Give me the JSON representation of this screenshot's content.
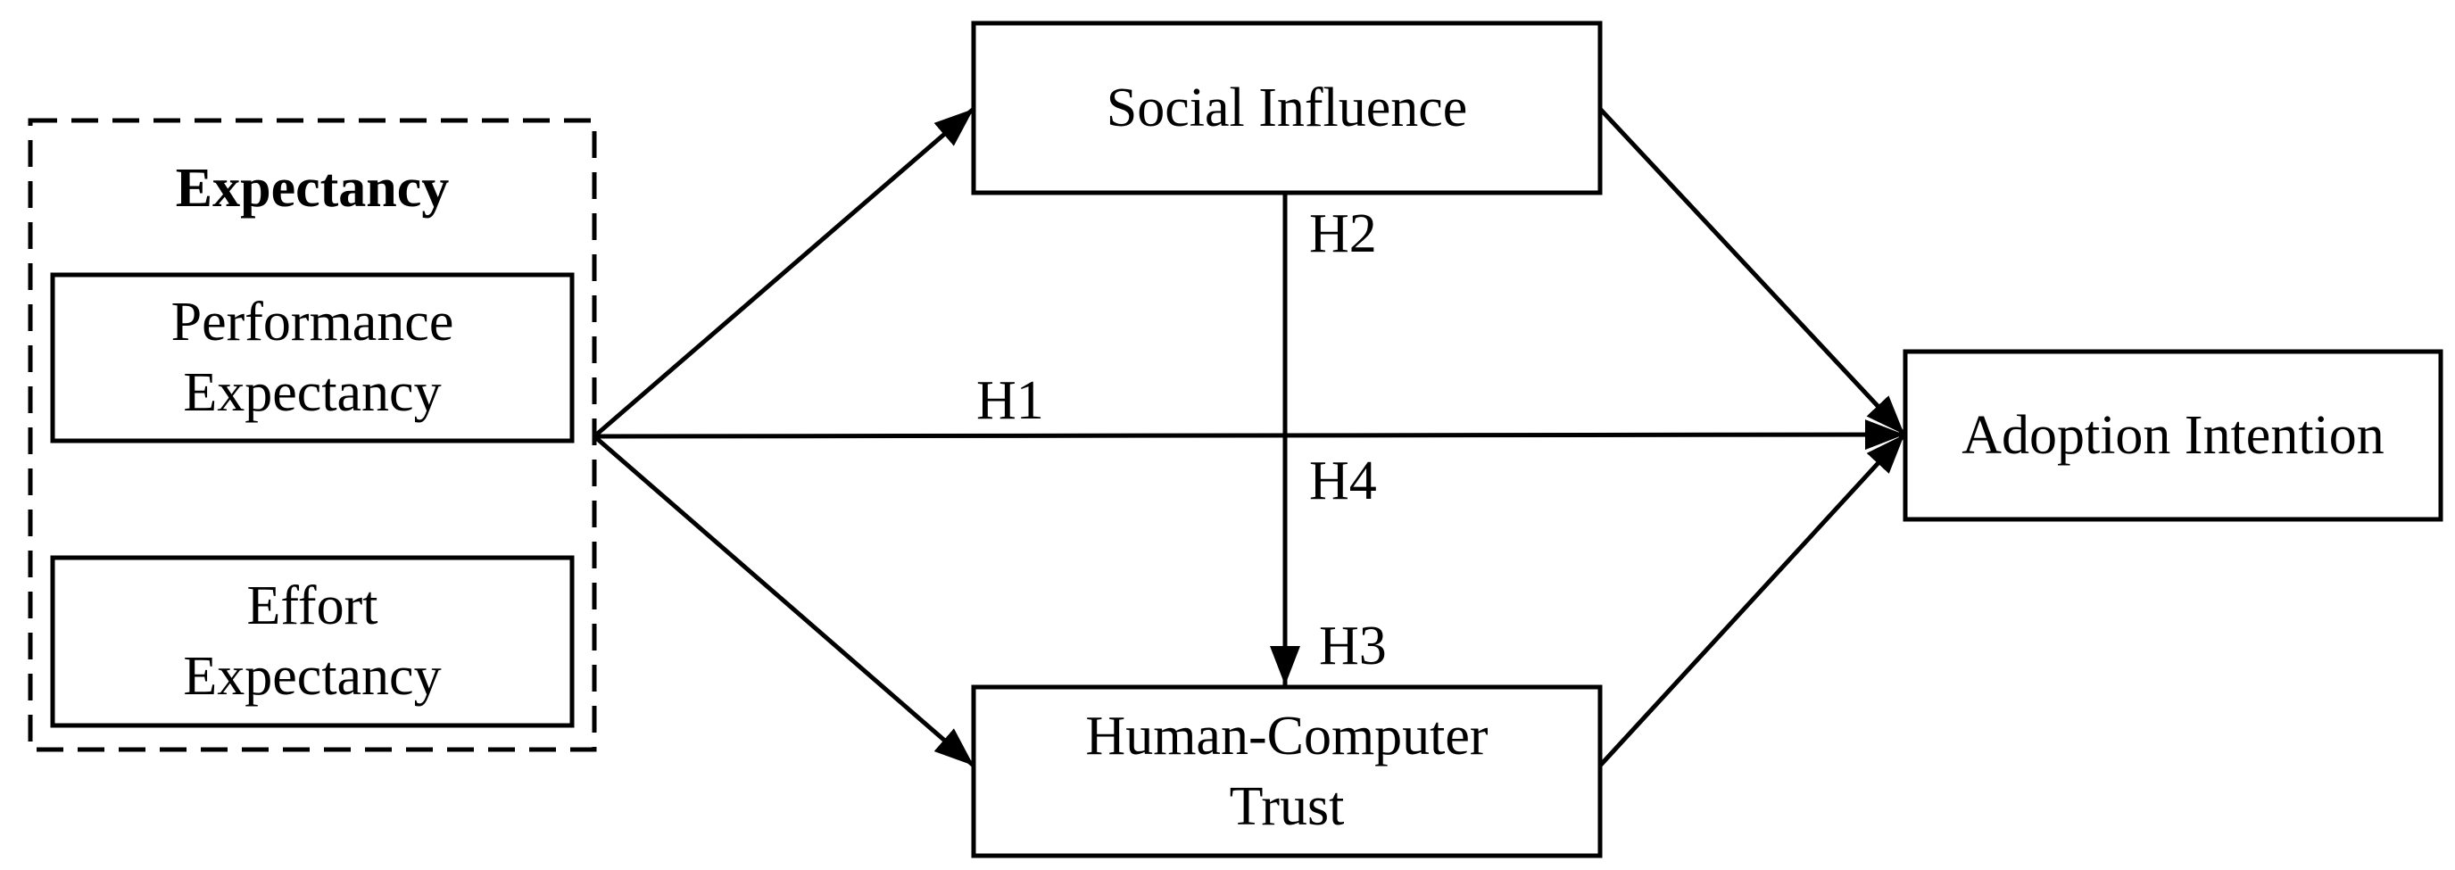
{
  "group": {
    "title": "Expectancy"
  },
  "nodes": {
    "performance_expectancy": [
      "Performance",
      "Expectancy"
    ],
    "effort_expectancy": [
      "Effort",
      "Expectancy"
    ],
    "social_influence": "Social Influence",
    "human_computer_trust": [
      "Human-Computer",
      "Trust"
    ],
    "adoption_intention": "Adoption Intention"
  },
  "hypotheses": {
    "h1": "H1",
    "h2": "H2",
    "h3": "H3",
    "h4": "H4"
  },
  "colors": {
    "stroke": "#000000",
    "background": "#ffffff"
  }
}
